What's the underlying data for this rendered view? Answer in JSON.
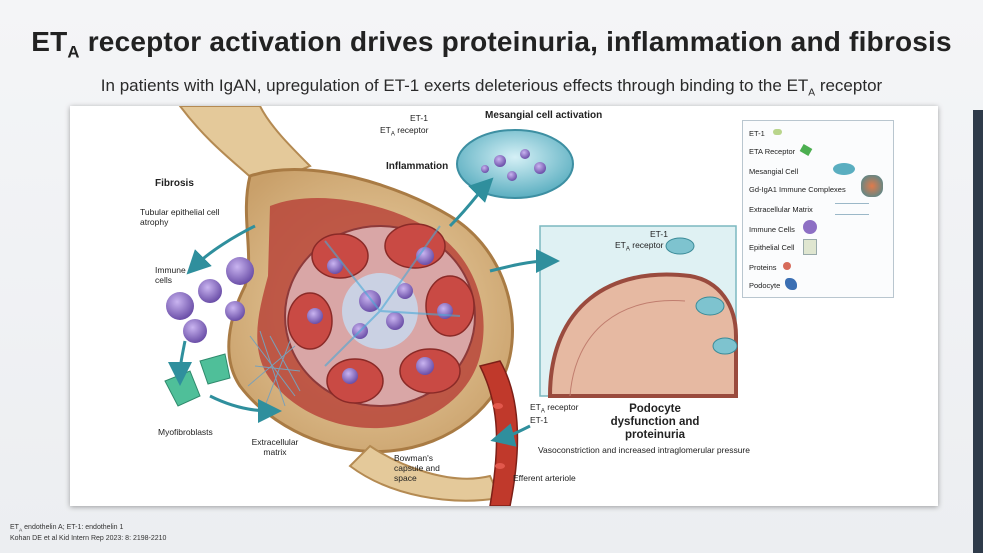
{
  "slide": {
    "title_prefix": "ET",
    "title_sub": "A",
    "title_rest": " receptor activation drives proteinuria, inflammation and fibrosis",
    "subtitle_main": "In patients with IgAN, upregulation of ET-1 exerts deleterious effects through binding to the ET",
    "subtitle_sub": "A",
    "subtitle_end": " receptor"
  },
  "figure": {
    "labels": {
      "fibrosis": "Fibrosis",
      "tubular": "Tubular epithelial cell atrophy",
      "immune_cells": "Immune cells",
      "myofibroblasts": "Myofibroblasts",
      "extracellular_matrix": "Extracellular matrix",
      "inflammation": "Inflammation",
      "mesangial_activation": "Mesangial cell activation",
      "et1_top": "ET-1",
      "eta_top": "ET",
      "eta_top_sub": "A",
      "eta_top_end": " receptor",
      "et1_pod": "ET-1",
      "eta_pod": "ET",
      "eta_pod_sub": "A",
      "eta_pod_end": " receptor",
      "eta_bottom": "ET",
      "eta_bottom_sub": "A",
      "eta_bottom_end": " receptor",
      "et1_bottom": "ET-1",
      "podocyte_dysfunction": "Podocyte dysfunction and proteinuria",
      "vasoconstriction": "Vasoconstriction and increased intraglomerular pressure",
      "bowman": "Bowman's capsule and space",
      "efferent": "Efferent arteriole"
    },
    "legend": [
      {
        "label": "ET-1",
        "icon": "et1-icon"
      },
      {
        "label": "ETA Receptor",
        "icon": "receptor-icon"
      },
      {
        "label": "Mesangial Cell",
        "icon": "mesangial-cell-icon"
      },
      {
        "label": "Gd-IgA1 Immune Complexes",
        "icon": "immune-complex-icon"
      },
      {
        "label": "Extracellular Matrix",
        "icon": "matrix-icon"
      },
      {
        "label": "Immune Cells",
        "icon": "immune-cell-icon"
      },
      {
        "label": "Epithelial Cell",
        "icon": "epithelial-cell-icon"
      },
      {
        "label": "Proteins",
        "icon": "protein-icon"
      },
      {
        "label": "Podocyte",
        "icon": "podocyte-icon"
      }
    ]
  },
  "footnote": {
    "line1_a": "ET",
    "line1_sub": "A",
    "line1_b": " endothelin A; ET-1: endothelin 1",
    "line2": "Kohan DE et al Kid Intern Rep 2023: 8: 2198-2210"
  },
  "colors": {
    "accent_teal": "#2f8f9d",
    "tissue": "#d9b98a",
    "vessel_red": "#b8332e",
    "cell_purple": "#8d6fc4"
  }
}
